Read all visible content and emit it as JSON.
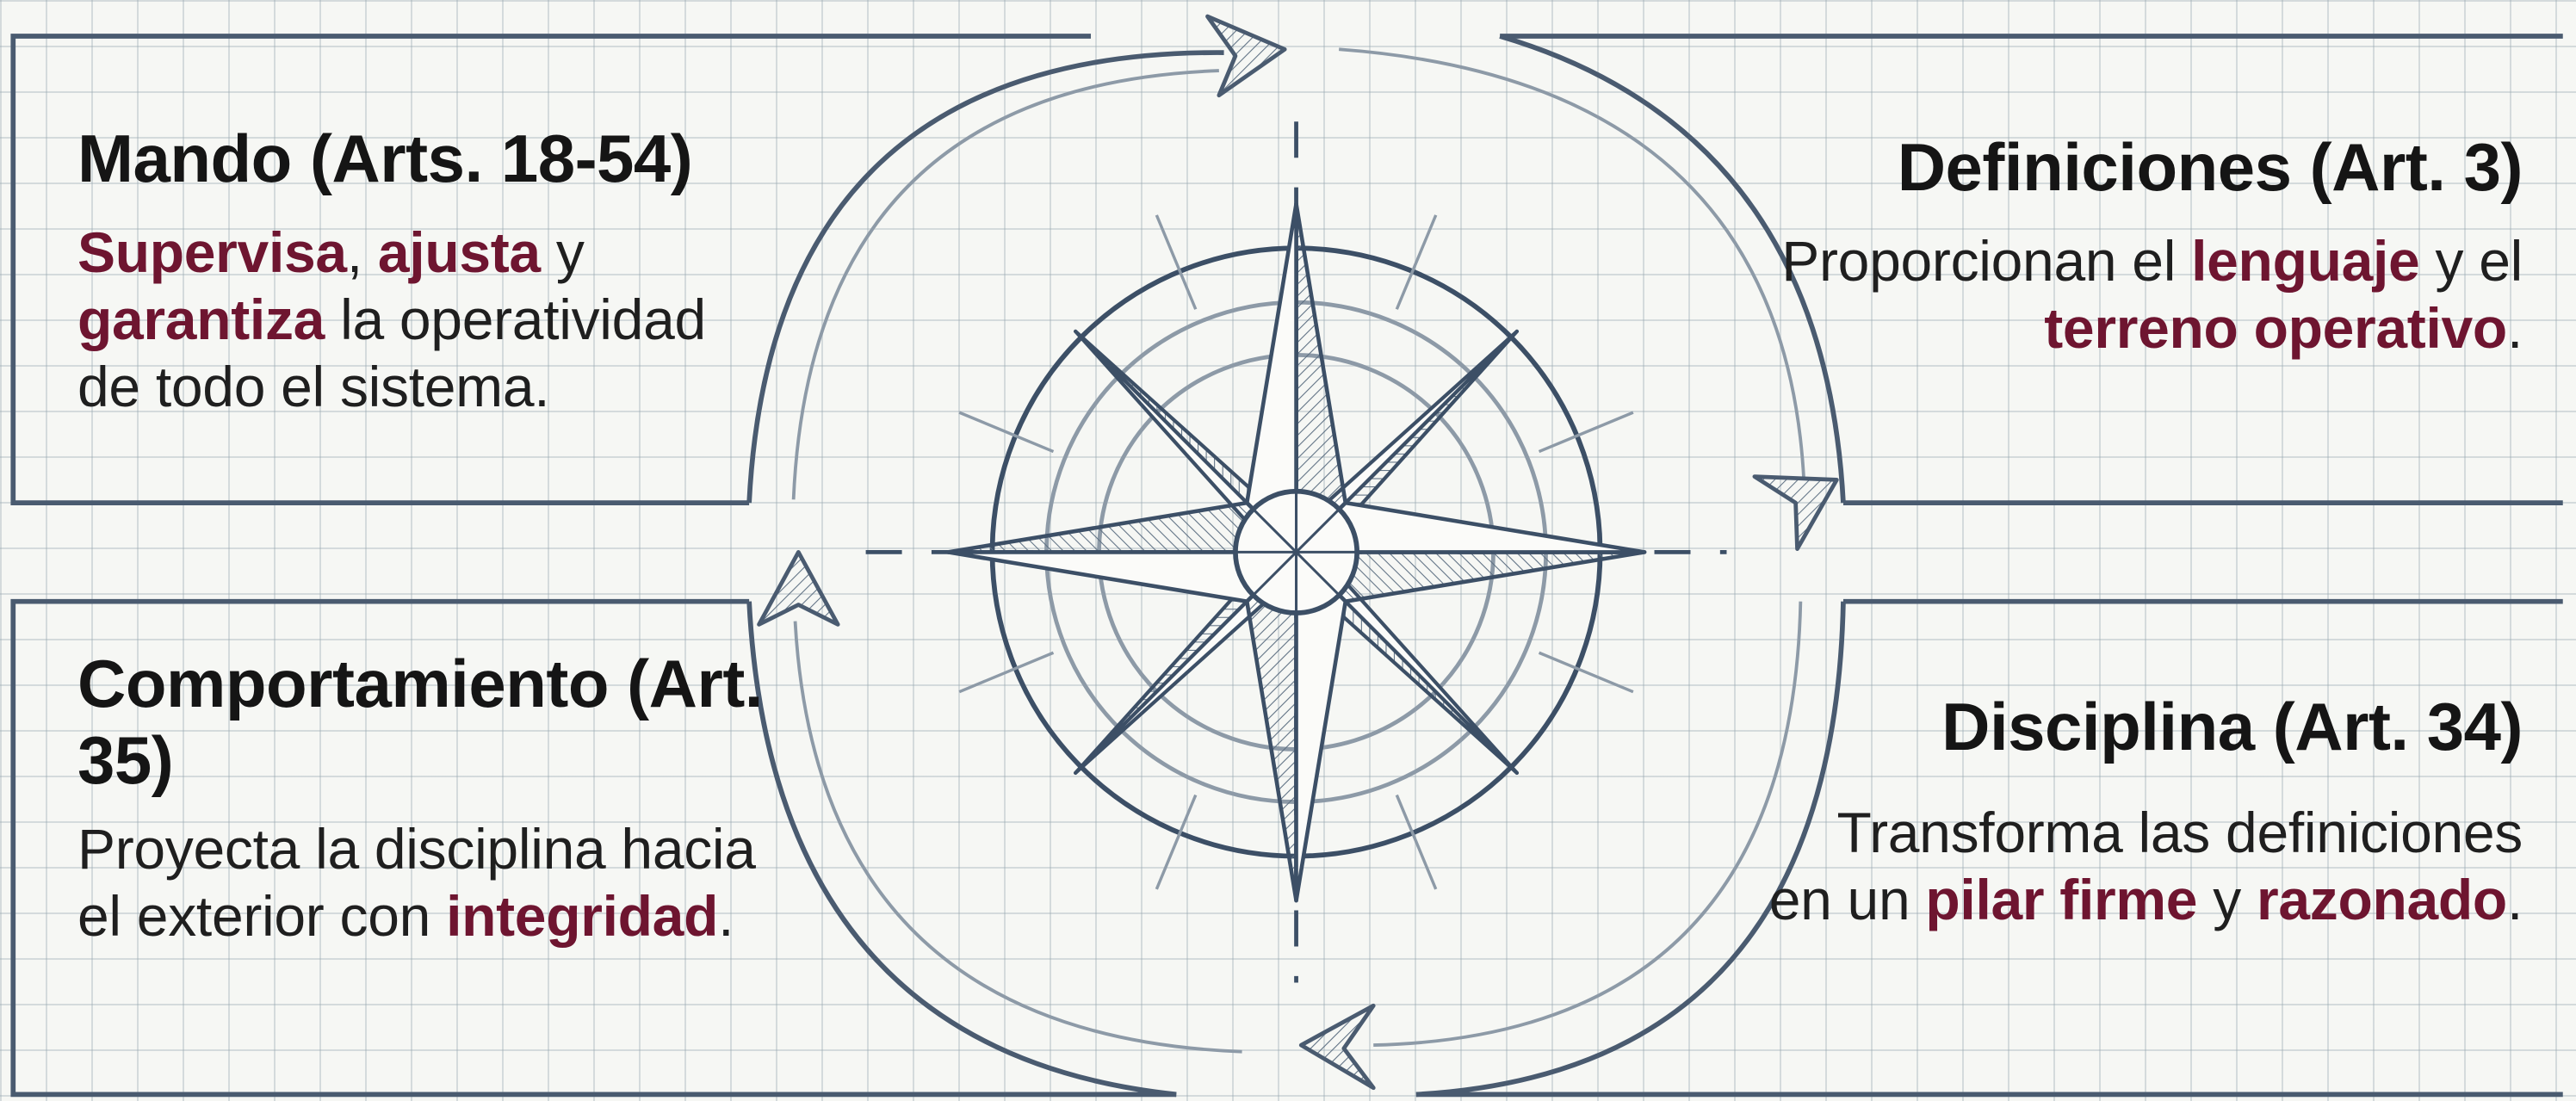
{
  "colors": {
    "ink": "#3c4f66",
    "ink_light": "#8d9aa7",
    "highlight": "#6e1530",
    "text": "#1c1c1c",
    "background": "#f6f7f4",
    "grid": "#b7c2c9"
  },
  "icons": {
    "center": "compass-rose-icon",
    "cycle_arrows": [
      "arrow-top-right",
      "arrow-right-down",
      "arrow-bottom-left",
      "arrow-left-up"
    ]
  },
  "quadrants": {
    "top_left": {
      "title": "Mando (Arts. 18-54)",
      "text": [
        {
          "t": "Supervisa",
          "hl": true
        },
        {
          "t": ", ",
          "hl": false
        },
        {
          "t": "ajusta",
          "hl": true
        },
        {
          "t": " y ",
          "hl": false
        },
        {
          "t": "garantiza",
          "hl": true
        },
        {
          "t": " la operatividad de todo el sistema.",
          "hl": false
        }
      ]
    },
    "top_right": {
      "title": "Definiciones (Art. 3)",
      "text": [
        {
          "t": "Proporcionan el ",
          "hl": false
        },
        {
          "t": "lenguaje",
          "hl": true
        },
        {
          "t": " y el ",
          "hl": false
        },
        {
          "t": "terreno operativo",
          "hl": true
        },
        {
          "t": ".",
          "hl": false
        }
      ]
    },
    "bottom_left": {
      "title": "Comportamiento (Art. 35)",
      "text": [
        {
          "t": "Proyecta la disciplina hacia el exterior con ",
          "hl": false
        },
        {
          "t": "integridad",
          "hl": true
        },
        {
          "t": ".",
          "hl": false
        }
      ]
    },
    "bottom_right": {
      "title": "Disciplina (Art. 34)",
      "text": [
        {
          "t": "Transforma las definiciones en un ",
          "hl": false
        },
        {
          "t": "pilar firme",
          "hl": true
        },
        {
          "t": " y ",
          "hl": false
        },
        {
          "t": "razonado",
          "hl": true
        },
        {
          "t": ".",
          "hl": false
        }
      ]
    }
  }
}
